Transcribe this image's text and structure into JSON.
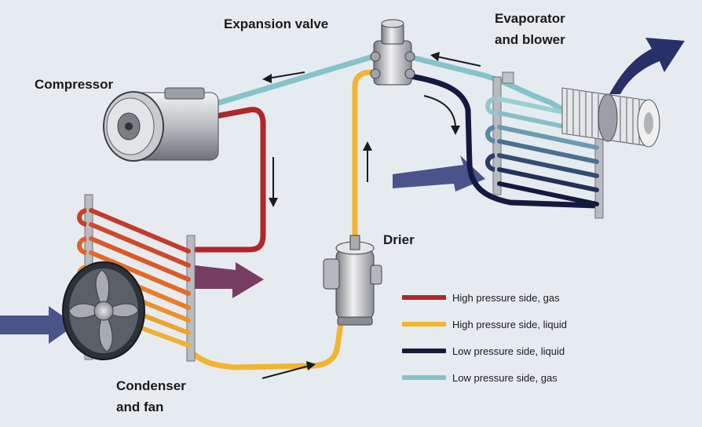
{
  "labels": {
    "expansion_valve": "Expansion valve",
    "evaporator_line1": "Evaporator",
    "evaporator_line2": "and blower",
    "compressor": "Compressor",
    "drier": "Drier",
    "condenser_line1": "Condenser",
    "condenser_line2": "and fan"
  },
  "legend": [
    {
      "text": "High pressure side, gas",
      "color": "#b0272a"
    },
    {
      "text": "High pressure side, liquid",
      "color": "#f2b431"
    },
    {
      "text": "Low pressure side, liquid",
      "color": "#141a3f"
    },
    {
      "text": "Low pressure side, gas",
      "color": "#84c4c8"
    }
  ],
  "colors": {
    "background": "#e6ebf0",
    "airflow": "#28306a"
  }
}
